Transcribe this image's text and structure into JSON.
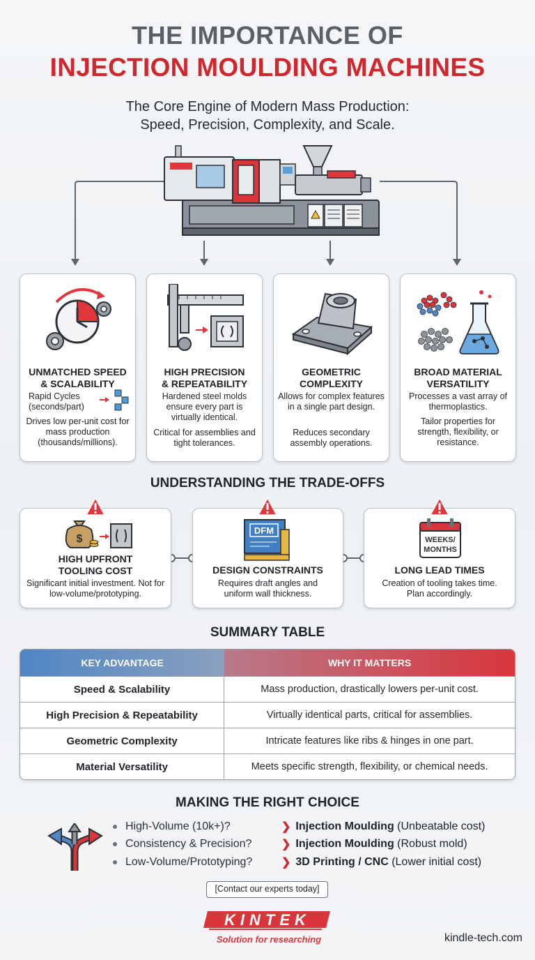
{
  "header": {
    "title_line1": "THE IMPORTANCE OF",
    "title_line2": "INJECTION MOULDING MACHINES",
    "subtitle_line1": "The Core Engine of Modern Mass Production:",
    "subtitle_line2": "Speed, Precision, Complexity, and Scale."
  },
  "benefits": [
    {
      "icon": "stopwatch-gears-icon",
      "heading_line1": "UNMATCHED SPEED",
      "heading_line2": "& SCALABILITY",
      "text1": "Rapid Cycles\n(seconds/part)",
      "text2": "Drives low per-unit cost for mass production (thousands/millions)."
    },
    {
      "icon": "caliper-mold-icon",
      "heading_line1": "HIGH PRECISION",
      "heading_line2": "& REPEATABILITY",
      "text1": "Hardened steel molds ensure every part is virtually identical.",
      "text2": "Critical for assemblies and tight tolerances."
    },
    {
      "icon": "complex-part-icon",
      "heading_line1": "GEOMETRIC",
      "heading_line2": "COMPLEXITY",
      "text1": "Allows for complex features in a single part design.",
      "text2": "Reduces secondary assembly operations."
    },
    {
      "icon": "pellets-flask-icon",
      "heading_line1": "BROAD MATERIAL",
      "heading_line2": "VERSATILITY",
      "text1": "Processes a vast array of thermoplastics.",
      "text2": "Tailor properties for strength, flexibility, or resistance."
    }
  ],
  "tradeoffs": {
    "heading": "UNDERSTANDING THE TRADE-OFFS",
    "items": [
      {
        "icon": "money-bag-mold-icon",
        "heading_line1": "HIGH UPFRONT",
        "heading_line2": "TOOLING COST",
        "text": "Significant initial investment. Not for low-volume/prototyping."
      },
      {
        "icon": "dfm-blueprint-icon",
        "icon_label": "DFM",
        "heading_line1": "DESIGN CONSTRAINTS",
        "heading_line2": "",
        "text": "Requires draft angles and uniform wall thickness."
      },
      {
        "icon": "calendar-icon",
        "icon_label_1": "WEEKS/",
        "icon_label_2": "MONTHS",
        "heading_line1": "LONG LEAD TIMES",
        "heading_line2": "",
        "text": "Creation of tooling takes time. Plan accordingly."
      }
    ]
  },
  "summary": {
    "heading": "SUMMARY TABLE",
    "col1": "KEY ADVANTAGE",
    "col2": "WHY IT MATTERS",
    "rows": [
      {
        "advantage": "Speed & Scalability",
        "why": "Mass production, drastically lowers per-unit cost."
      },
      {
        "advantage": "High Precision & Repeatability",
        "why": "Virtually identical parts, critical for assemblies."
      },
      {
        "advantage": "Geometric Complexity",
        "why": "Intricate features like ribs & hinges in one part."
      },
      {
        "advantage": "Material Versatility",
        "why": "Meets specific strength, flexibility, or chemical needs."
      }
    ]
  },
  "choice": {
    "heading": "MAKING THE RIGHT CHOICE",
    "rows": [
      {
        "question": "High-Volume (10k+)?",
        "answer_bold": "Injection Moulding",
        "answer_rest": " (Unbeatable cost)"
      },
      {
        "question": "Consistency & Precision?",
        "answer_bold": "Injection Moulding",
        "answer_rest": " (Robust mold)"
      },
      {
        "question": "Low-Volume/Prototyping?",
        "answer_bold": "3D Printing / CNC",
        "answer_rest": " (Lower initial cost)"
      }
    ],
    "contact": "[Contact our experts today]"
  },
  "footer": {
    "logo_text": "KINTEK",
    "tagline": "Solution for researching",
    "website": "kindle-tech.com"
  },
  "colors": {
    "accent_red": "#d0272d",
    "title_gray": "#5b6066",
    "blue": "#4f86c3"
  }
}
